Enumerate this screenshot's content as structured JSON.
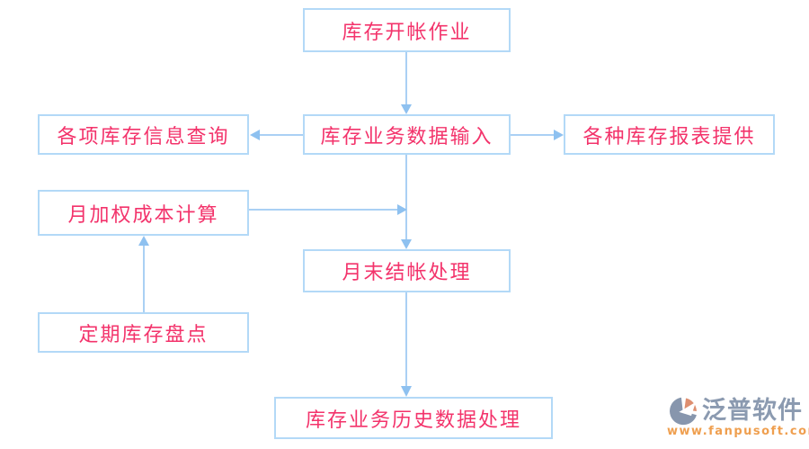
{
  "diagram": {
    "title_hint": "inventory-management-flowchart",
    "nodes": {
      "open_account": {
        "label": "库存开帐作业"
      },
      "data_input": {
        "label": "库存业务数据输入"
      },
      "info_query": {
        "label": "各项库存信息查询"
      },
      "reports": {
        "label": "各种库存报表提供"
      },
      "weighted_cost": {
        "label": "月加权成本计算"
      },
      "month_end": {
        "label": "月末结帐处理"
      },
      "stocktaking": {
        "label": "定期库存盘点"
      },
      "history": {
        "label": "库存业务历史数据处理"
      }
    },
    "colors": {
      "background": "#ffffff",
      "node_border": "#b3d9f7",
      "node_text": "#f3336b",
      "arrow": "#8ec1f0"
    }
  },
  "watermark": {
    "brand": "泛普软件",
    "url": "www.fanpusoft.com",
    "colors": {
      "brand_gray": "#8b9ab0",
      "url_orange": "#ef9f4f",
      "logo_blue": "#8796ad",
      "logo_salmon": "#de8f70"
    }
  }
}
